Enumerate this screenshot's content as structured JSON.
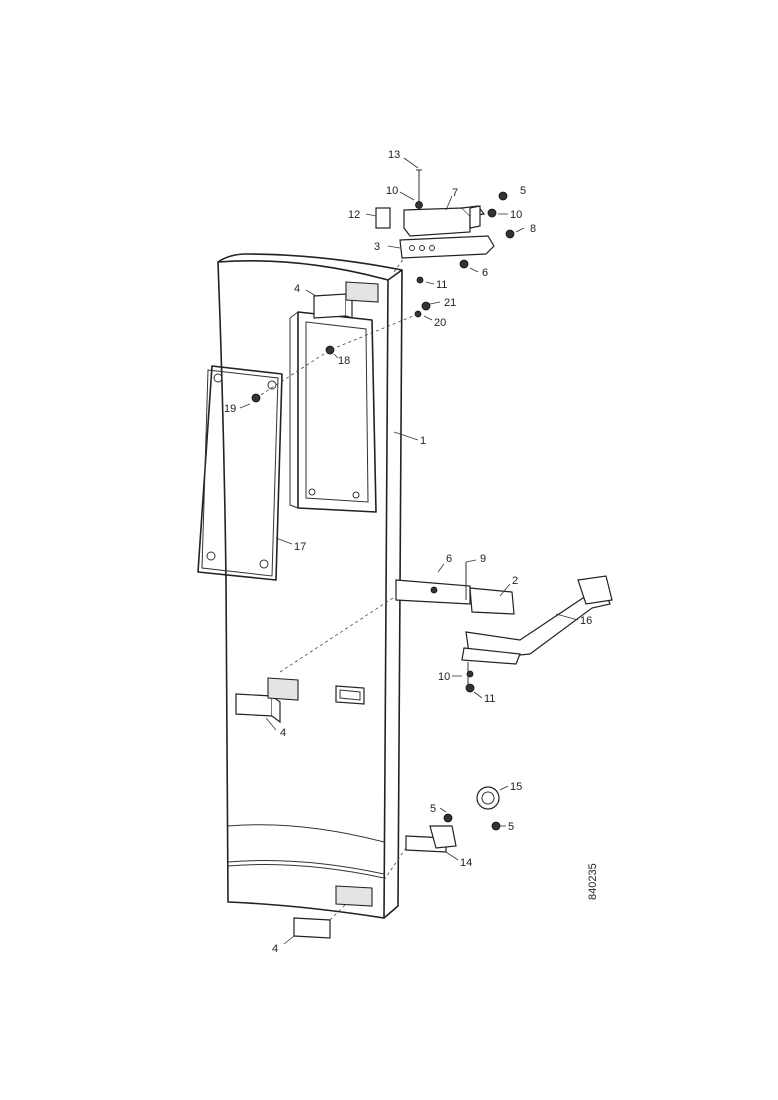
{
  "drawing": {
    "code": "840235",
    "callouts": [
      {
        "id": "c13",
        "text": "13"
      },
      {
        "id": "c10a",
        "text": "10"
      },
      {
        "id": "c7",
        "text": "7"
      },
      {
        "id": "c5a",
        "text": "5"
      },
      {
        "id": "c12",
        "text": "12"
      },
      {
        "id": "c10b",
        "text": "10"
      },
      {
        "id": "c8",
        "text": "8"
      },
      {
        "id": "c3",
        "text": "3"
      },
      {
        "id": "c6a",
        "text": "6"
      },
      {
        "id": "c11a",
        "text": "11"
      },
      {
        "id": "c4a",
        "text": "4"
      },
      {
        "id": "c21",
        "text": "21"
      },
      {
        "id": "c20",
        "text": "20"
      },
      {
        "id": "c18",
        "text": "18"
      },
      {
        "id": "c19",
        "text": "19"
      },
      {
        "id": "c1",
        "text": "1"
      },
      {
        "id": "c17",
        "text": "17"
      },
      {
        "id": "c6b",
        "text": "6"
      },
      {
        "id": "c9",
        "text": "9"
      },
      {
        "id": "c2",
        "text": "2"
      },
      {
        "id": "c16",
        "text": "16"
      },
      {
        "id": "c10c",
        "text": "10"
      },
      {
        "id": "c11b",
        "text": "11"
      },
      {
        "id": "c4b",
        "text": "4"
      },
      {
        "id": "c15",
        "text": "15"
      },
      {
        "id": "c5b",
        "text": "5"
      },
      {
        "id": "c5c",
        "text": "5"
      },
      {
        "id": "c14",
        "text": "14"
      },
      {
        "id": "c4c",
        "text": "4"
      }
    ]
  }
}
